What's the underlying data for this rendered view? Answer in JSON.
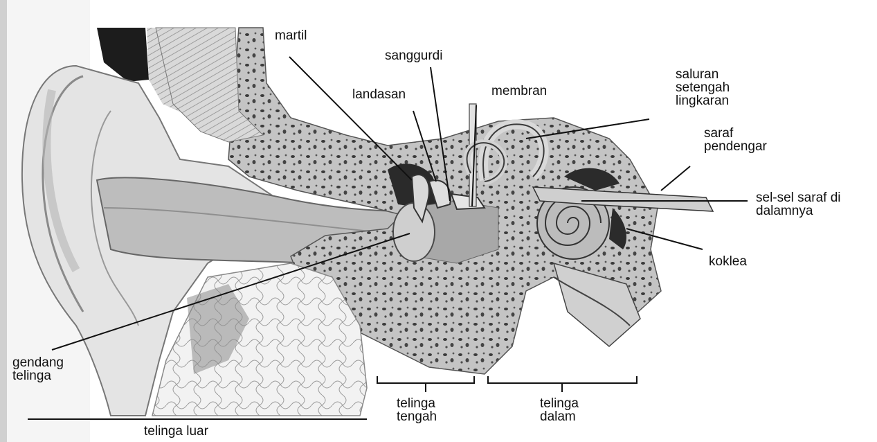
{
  "labels": {
    "martil": "martil",
    "sanggurdi": "sanggurdi",
    "landasan": "landasan",
    "membran": "membran",
    "saluran": [
      "saluran",
      "setengah",
      "lingkaran"
    ],
    "saraf": [
      "saraf",
      "pendengar"
    ],
    "sel_saraf": [
      "sel-sel saraf di",
      "dalamnya"
    ],
    "koklea": "koklea",
    "gendang": [
      "gendang",
      "telinga"
    ],
    "telinga_tengah": [
      "telinga",
      "tengah"
    ],
    "telinga_dalam": [
      "telinga",
      "dalam"
    ],
    "telinga_luar": "telinga luar"
  },
  "colors": {
    "ink": "#111111",
    "tissue_light": "#e6e6e6",
    "tissue_mid": "#c9c9c9",
    "tissue_dark": "#9a9a9a",
    "cavity": "#2a2a2a"
  }
}
